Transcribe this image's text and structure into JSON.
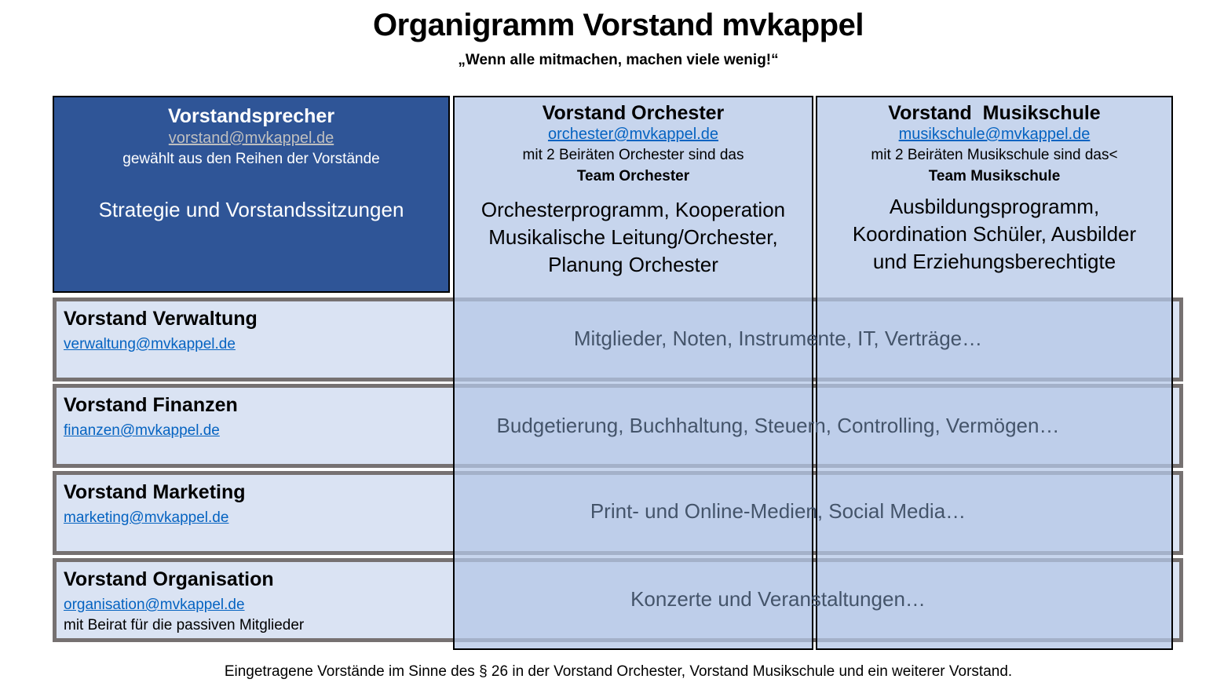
{
  "header": {
    "title": "Organigramm Vorstand mvkappel",
    "subtitle": "„Wenn alle mitmachen, machen viele wenig!“"
  },
  "speaker": {
    "title": "Vorstandsprecher",
    "email": "vorstand@mvkappel.de",
    "note": "gewählt aus den Reihen der Vorstände",
    "tasks": "Strategie und Vorstandssitzungen"
  },
  "columns": [
    {
      "title": "Vorstand Orchester",
      "email": "orchester@mvkappel.de",
      "note": "mit 2 Beiräten Orchester sind das",
      "team": "Team Orchester",
      "tasks_lines": [
        "Orchesterprogramm, Kooperation",
        "Musikalische Leitung/Orchester,",
        "Planung Orchester"
      ]
    },
    {
      "title": "Vorstand  Musikschule",
      "email": "musikschule@mvkappel.de",
      "note": "mit 2 Beiräten Musikschule sind das<",
      "team": "Team Musikschule",
      "tasks_lines": [
        "Ausbildungsprogramm,",
        "Koordination Schüler, Ausbilder",
        "und Erziehungsberechtigte"
      ]
    }
  ],
  "rows": [
    {
      "title": "Vorstand Verwaltung",
      "email": "verwaltung@mvkappel.de",
      "note": "",
      "tasks": "Mitglieder, Noten, Instrumente, IT, Verträge…"
    },
    {
      "title": "Vorstand Finanzen",
      "email": "finanzen@mvkappel.de",
      "note": "",
      "tasks": "Budgetierung, Buchhaltung, Steuern, Controlling, Vermögen…"
    },
    {
      "title": "Vorstand Marketing",
      "email": "marketing@mvkappel.de",
      "note": "",
      "tasks": "Print- und Online-Medien, Social Media…"
    },
    {
      "title": "Vorstand Organisation",
      "email": "organisation@mvkappel.de",
      "note": "mit Beirat für die passiven Mitglieder",
      "tasks": "Konzerte und Veranstaltungen…"
    }
  ],
  "footer": {
    "text": "Eingetragene Vorstände im Sinne des § 26 in der Vorstand Orchester, Vorstand Musikschule und ein weiterer Vorstand."
  },
  "colors": {
    "speaker_bg": "#2F5597",
    "column_bg": "#B4C7E7",
    "row_bg": "#DAE3F3",
    "row_border": "#767171",
    "link": "#0563C1",
    "task_text": "#44546A"
  }
}
